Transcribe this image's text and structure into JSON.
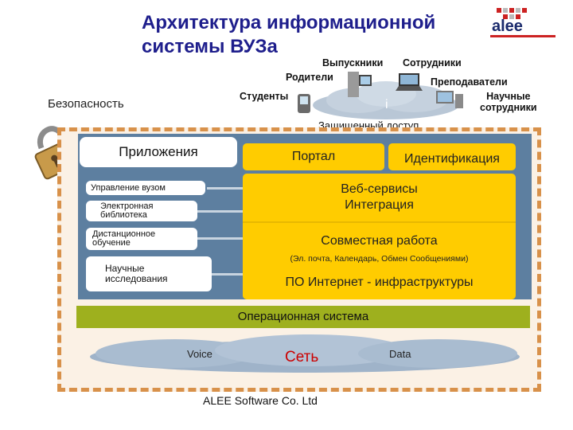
{
  "title": {
    "line1": "Архитектура информационной",
    "line2": "системы ВУЗа"
  },
  "logo": {
    "text": "alee"
  },
  "users": {
    "graduates": "Выпускники",
    "staff": "Сотрудники",
    "parents": "Родители",
    "teachers": "Преподаватели",
    "students": "Студенты",
    "researchers_1": "Научные",
    "researchers_2": "сотрудники"
  },
  "security_label": "Безопасность",
  "secure_access": "Защищенный доступ",
  "applications_label": "Приложения",
  "portal": "Портал",
  "identification": "Идентификация",
  "apps": {
    "management": "Управление вузом",
    "library_1": "Электронная",
    "library_2": "библиотека",
    "distance_1": "Дистанционное",
    "distance_2": "обучение",
    "research_1": "Научные",
    "research_2": "исследования"
  },
  "web_services_1": "Веб-сервисы",
  "web_services_2": "Интеграция",
  "collaboration": "Совместная работа",
  "collaboration_note": "(Эл. почта, Календарь, Обмен Сообщениями)",
  "internet_infra": "ПО Интернет - инфраструктуры",
  "os": "Операционная система",
  "network": {
    "voice": "Voice",
    "net": "Сеть",
    "data": "Data"
  },
  "footer": "ALEE Software Co. Ltd",
  "colors": {
    "title": "#1e1e8c",
    "panel": "#5d7fa0",
    "yellow": "#ffcc00",
    "os": "#9eb01e",
    "border": "#d8914a"
  }
}
